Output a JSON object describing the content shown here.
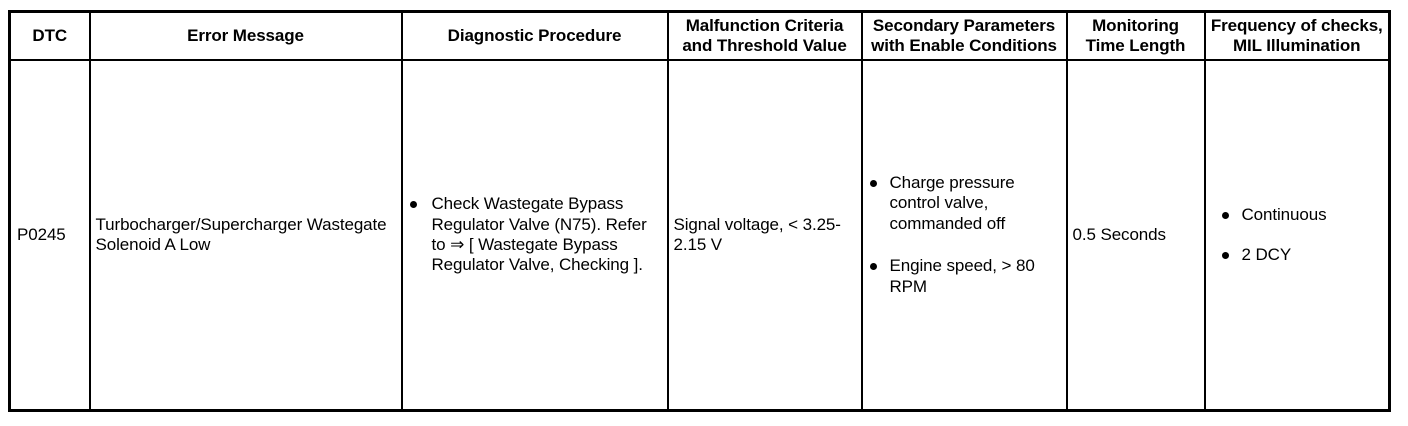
{
  "table": {
    "columns": [
      {
        "key": "dtc",
        "label": "DTC"
      },
      {
        "key": "error_message",
        "label": "Error Message"
      },
      {
        "key": "diagnostic_procedure",
        "label": "Diagnostic Procedure"
      },
      {
        "key": "malfunction_criteria",
        "label": "Malfunction Criteria and Threshold Value"
      },
      {
        "key": "secondary_parameters",
        "label": "Secondary Parameters with Enable Conditions"
      },
      {
        "key": "monitoring_time",
        "label": "Monitoring Time Length"
      },
      {
        "key": "frequency_mil",
        "label": "Frequency of checks, MIL Illumination"
      }
    ],
    "rows": [
      {
        "dtc": "P0245",
        "error_message": "Turbocharger/Supercharger Wastegate Solenoid A Low",
        "diagnostic_procedure_bullets": [
          "Check Wastegate Bypass Regulator Valve (N75). Refer to ⇒ [ Wastegate Bypass Regulator Valve, Checking ]."
        ],
        "malfunction_criteria": "Signal voltage, < 3.25-2.15 V",
        "secondary_parameters_bullets": [
          "Charge pressure control valve, commanded off",
          "Engine speed, > 80 RPM"
        ],
        "monitoring_time": "0.5 Seconds",
        "frequency_mil_bullets": [
          "Continuous",
          "2 DCY"
        ]
      }
    ]
  }
}
